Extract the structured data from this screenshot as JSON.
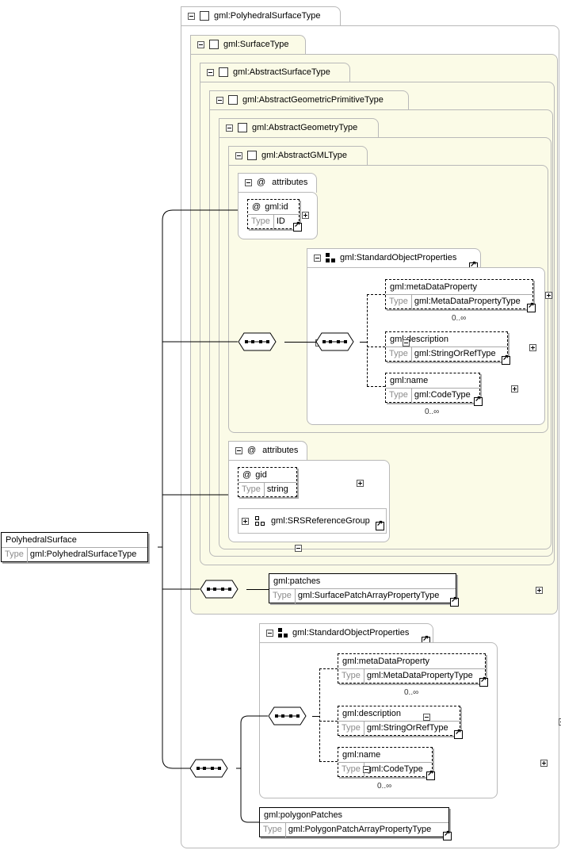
{
  "root": {
    "name": "PolyhedralSurface",
    "type_label": "Type",
    "type_value": "gml:PolyhedralSurfaceType"
  },
  "types": {
    "polyhedral": "gml:PolyhedralSurfaceType",
    "surface": "gml:SurfaceType",
    "abstract_surface": "gml:AbstractSurfaceType",
    "abstract_primitive": "gml:AbstractGeometricPrimitiveType",
    "abstract_geometry": "gml:AbstractGeometryType",
    "abstract_gml": "gml:AbstractGMLType"
  },
  "attributes_label": "attributes",
  "attr_symbol": "@",
  "gml_id": {
    "name": "gml:id",
    "type_label": "Type",
    "type_value": "ID"
  },
  "gid": {
    "name": "gid",
    "type_label": "Type",
    "type_value": "string"
  },
  "srs_group": "gml:SRSReferenceGroup",
  "std_props": {
    "title": "gml:StandardObjectProperties",
    "meta": {
      "name": "gml:metaDataProperty",
      "type_label": "Type",
      "type_value": "gml:MetaDataPropertyType",
      "card": "0..∞"
    },
    "description": {
      "name": "gml:description",
      "type_label": "Type",
      "type_value": "gml:StringOrRefType"
    },
    "nameel": {
      "name": "gml:name",
      "type_label": "Type",
      "type_value": "gml:CodeType",
      "card": "0..∞"
    }
  },
  "patches": {
    "name": "gml:patches",
    "type_label": "Type",
    "type_value": "gml:SurfacePatchArrayPropertyType"
  },
  "polygon_patches": {
    "name": "gml:polygonPatches",
    "type_label": "Type",
    "type_value": "gml:PolygonPatchArrayPropertyType"
  }
}
